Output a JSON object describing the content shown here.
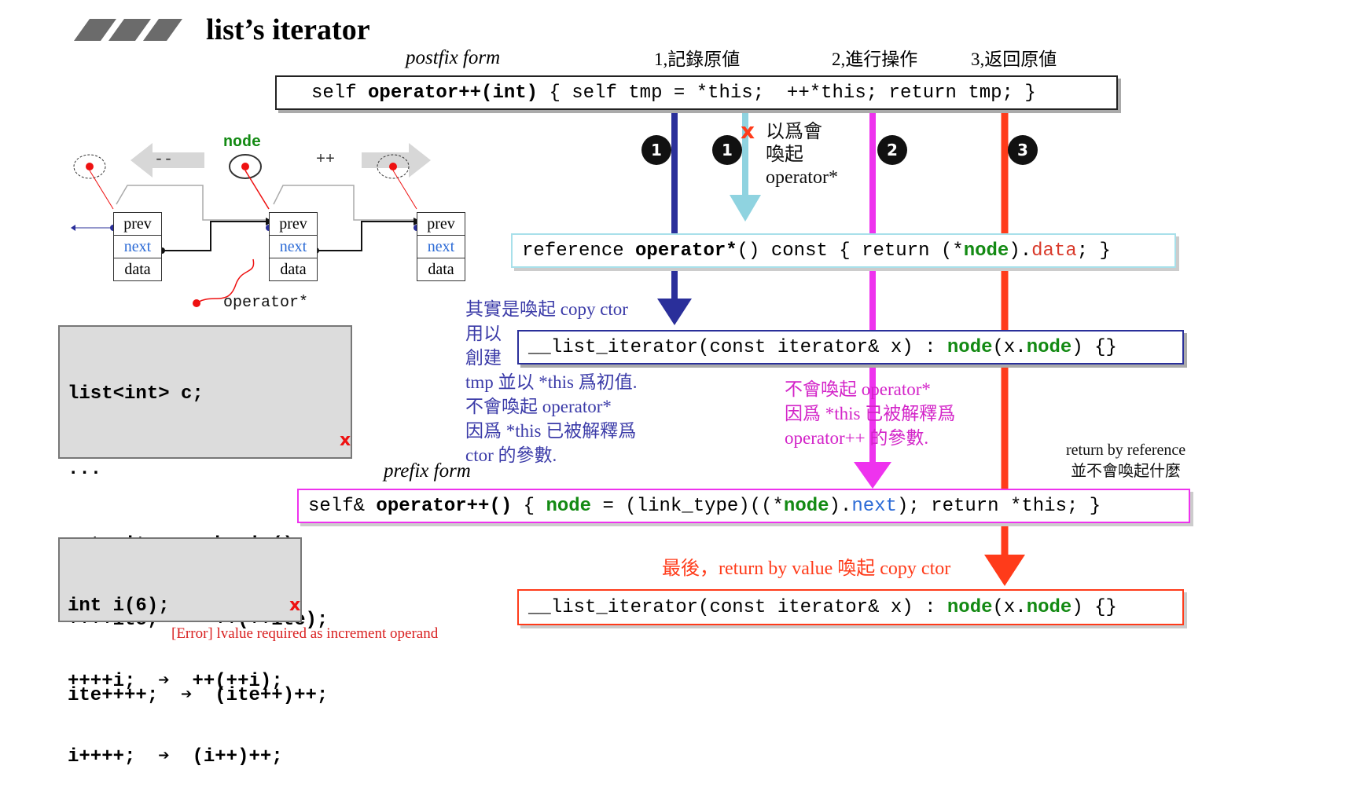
{
  "title": "list’s iterator",
  "labels": {
    "postfix_form": "postfix form",
    "prefix_form": "prefix form",
    "step1": "1,記錄原値",
    "step2": "2,進行操作",
    "step3": "3,返回原値",
    "node": "node",
    "dec": "--",
    "inc": "++",
    "operator_star": "operator*",
    "x_mark": "x"
  },
  "badges": [
    "1",
    "1",
    "2",
    "3"
  ],
  "code": {
    "postfix_kw": "self ",
    "postfix_op": "operator++(int)",
    "postfix_rest": " { self tmp = *this;  ++*this; return tmp; }",
    "deref_pre": "reference ",
    "deref_op": "operator*",
    "deref_mid": "() const { return (*",
    "deref_node": "node",
    "deref_close": ").",
    "deref_data": "data",
    "deref_end": "; }",
    "ctor_pre": "__list_iterator(const iterator& x) : ",
    "ctor_node1": "node",
    "ctor_mid": "(x.",
    "ctor_node2": "node",
    "ctor_end": ") {}",
    "prefix_pre": "self& ",
    "prefix_op": "operator++()",
    "prefix_mid1": " { ",
    "prefix_node1": "node",
    "prefix_mid2": " = (link_type)((*",
    "prefix_node2": "node",
    "prefix_mid3": ").",
    "prefix_next": "next",
    "prefix_end": "); return *this; }",
    "ctor2_pre": "__list_iterator(const iterator& x) : ",
    "ctor2_node1": "node",
    "ctor2_mid": "(x.",
    "ctor2_node2": "node",
    "ctor2_end": ") {}"
  },
  "nodes": [
    {
      "prev": "prev",
      "next": "next",
      "data": "data"
    },
    {
      "prev": "prev",
      "next": "next",
      "data": "data"
    },
    {
      "prev": "prev",
      "next": "next",
      "data": "data"
    }
  ],
  "list_code": [
    "list<int> c;",
    "...",
    "auto ite = c.begin();",
    "++++ite;  ➔  ++(++ite);",
    "ite++++;  ➔  (ite++)++;"
  ],
  "int_code": [
    "int i(6);",
    "++++i;  ➔  ++(++i);",
    "i++++;  ➔  (i++)++;"
  ],
  "notes": {
    "x_note": [
      "以爲會",
      "喚起",
      "operator*"
    ],
    "copy_ctor_note_line1": "其實是喚起 copy ctor",
    "copy_ctor_note_line2": "用以",
    "copy_ctor_note_line3": "創建",
    "copy_ctor_note_line4": "tmp 並以 *this 爲初值.",
    "copy_ctor_note_line5": "不會喚起 operator*",
    "copy_ctor_note_line6": "因爲 *this 已被解釋爲",
    "copy_ctor_note_line7": "ctor 的參數.",
    "magenta_note": [
      "不會喚起 operator*",
      "因爲 *this 已被解釋爲",
      "operator++ 的參數."
    ],
    "ret_ref_note": [
      "return by reference",
      "並不會喚起什麼"
    ],
    "final_note": "最後，return by value 喚起 copy ctor",
    "error": "[Error] lvalue required as increment operand"
  },
  "colors": {
    "blue_arrow": "#2a2f9a",
    "lightblue_arrow": "#8fd3e0",
    "magenta_arrow": "#ee33ee",
    "red_arrow": "#ff3b1a",
    "note_blue": "#3b3ba8",
    "note_magenta": "#d324c8",
    "note_red": "#ff3b1a"
  }
}
